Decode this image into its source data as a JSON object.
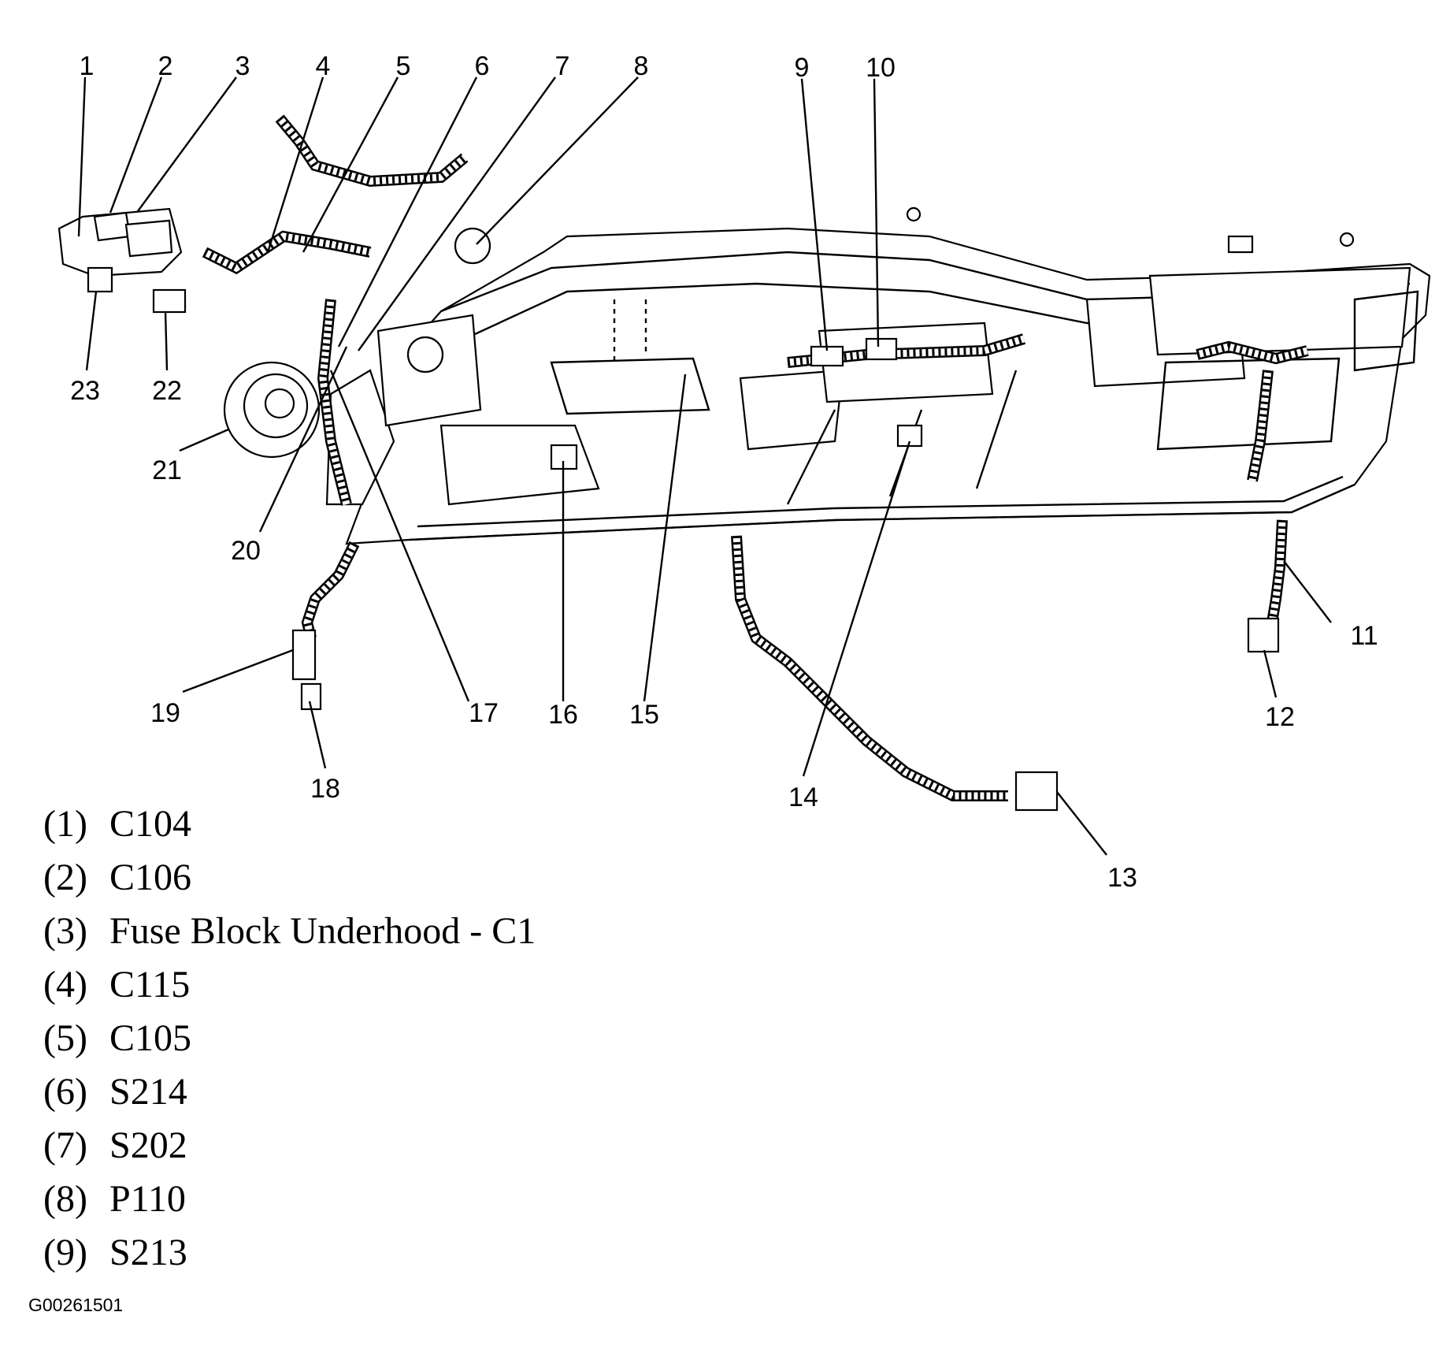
{
  "callouts": [
    "1",
    "2",
    "3",
    "4",
    "5",
    "6",
    "7",
    "8",
    "9",
    "10",
    "11",
    "12",
    "13",
    "14",
    "15",
    "16",
    "17",
    "18",
    "19",
    "20",
    "21",
    "22",
    "23"
  ],
  "legend": [
    {
      "index": "(1)",
      "text": "C104"
    },
    {
      "index": "(2)",
      "text": "C106"
    },
    {
      "index": "(3)",
      "text": "Fuse Block Underhood - C1"
    },
    {
      "index": "(4)",
      "text": "C115"
    },
    {
      "index": "(5)",
      "text": "C105"
    },
    {
      "index": "(6)",
      "text": "S214"
    },
    {
      "index": "(7)",
      "text": "S202"
    },
    {
      "index": "(8)",
      "text": "P110"
    },
    {
      "index": "(9)",
      "text": "S213"
    }
  ],
  "figure_id": "G00261501"
}
